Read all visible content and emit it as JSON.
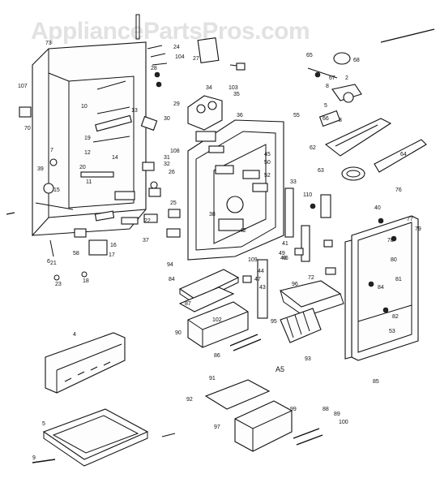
{
  "watermark": "AppliancePartsPros.com",
  "section_tag": "A5",
  "part_labels": {
    "cabinet_left": [
      "73",
      "107",
      "70",
      "7",
      "39",
      "15",
      "10",
      "20",
      "11",
      "13",
      "19",
      "14",
      "12",
      "16",
      "17",
      "18",
      "58",
      "21",
      "6",
      "23",
      "25",
      "24",
      "104",
      "28",
      "27",
      "29",
      "30",
      "31",
      "32",
      "26",
      "108"
    ],
    "cabinet_liner": [
      "34",
      "103",
      "35",
      "36",
      "55",
      "22",
      "45",
      "50",
      "52",
      "33",
      "38",
      "42",
      "37",
      "94",
      "109",
      "41",
      "49",
      "44",
      "46",
      "47",
      "43",
      "48",
      "72"
    ],
    "door_parts": [
      "65",
      "68",
      "67",
      "2",
      "8",
      "5",
      "66",
      "62",
      "3",
      "63",
      "64",
      "76",
      "110",
      "40",
      "77",
      "78",
      "80",
      "79",
      "81",
      "82",
      "53",
      "84",
      "85",
      "88",
      "89"
    ],
    "shelves_and_drawers": [
      "84",
      "87",
      "90",
      "102",
      "95",
      "96",
      "86",
      "93",
      "91",
      "92",
      "97",
      "99",
      "100",
      "4",
      "5",
      "9"
    ]
  }
}
